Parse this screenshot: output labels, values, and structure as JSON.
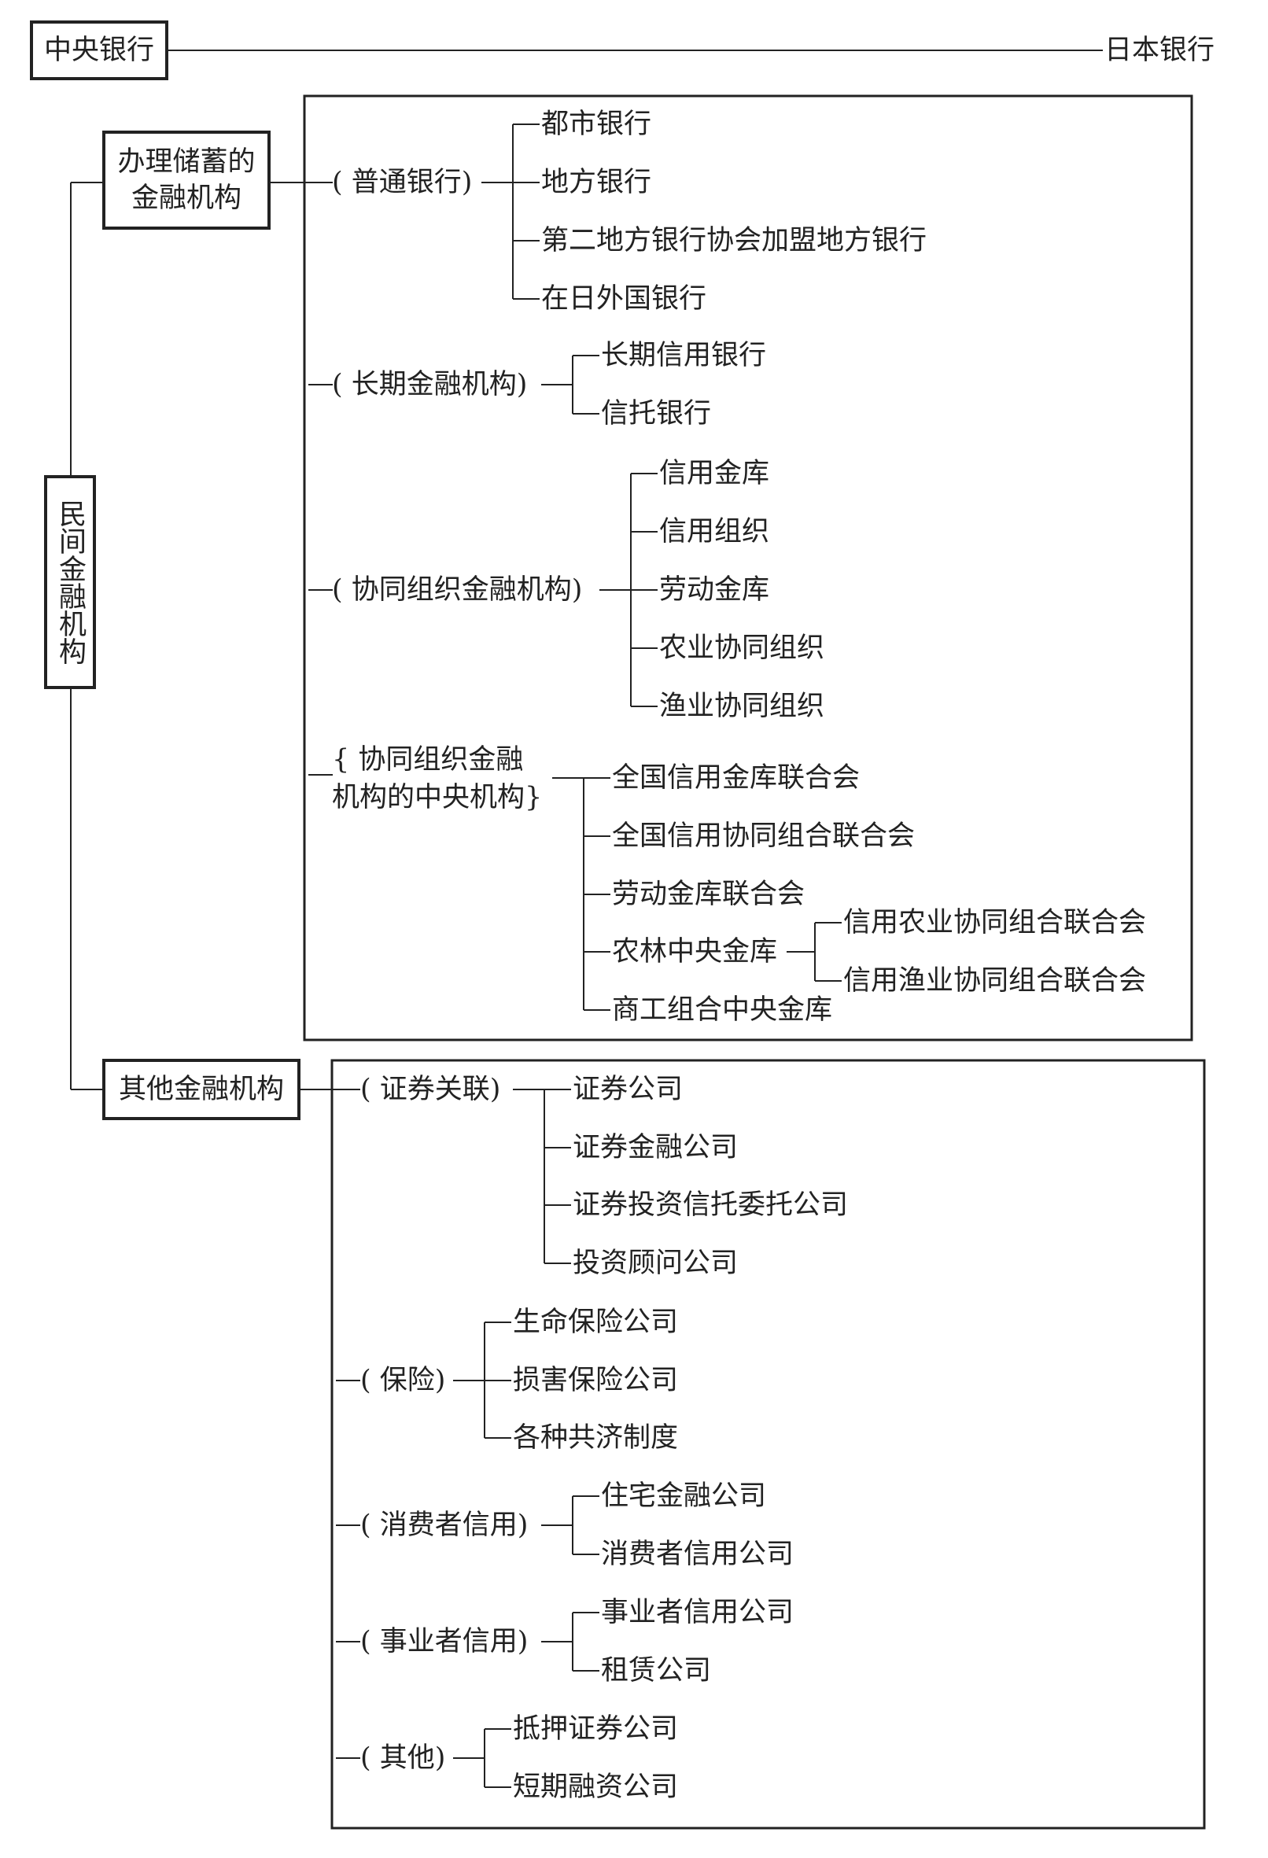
{
  "central_bank": {
    "label": "中央银行",
    "name": "日本银行"
  },
  "private_sector": {
    "label": "民间金融机构",
    "deposit_institutions": {
      "label_line1": "办理储蓄的",
      "label_line2": "金融机构",
      "groups": [
        {
          "label": "( 普通银行)",
          "items": [
            "都市银行",
            "地方银行",
            "第二地方银行协会加盟地方银行",
            "在日外国银行"
          ]
        },
        {
          "label": "( 长期金融机构)",
          "items": [
            "长期信用银行",
            "信托银行"
          ]
        },
        {
          "label": "( 协同组织金融机构)",
          "items": [
            "信用金库",
            "信用组织",
            "劳动金库",
            "农业协同组织",
            "渔业协同组织"
          ]
        },
        {
          "label_line1": "{ 协同组织金融",
          "label_line2": "机构的中央机构}",
          "items": [
            "全国信用金库联合会",
            "全国信用协同组合联合会",
            "劳动金库联合会",
            "农林中央金库",
            "商工组合中央金库"
          ],
          "sub_items": [
            "信用农业协同组合联合会",
            "信用渔业协同组合联合会"
          ]
        }
      ]
    },
    "other_institutions": {
      "label": "其他金融机构",
      "groups": [
        {
          "label": "( 证券关联)",
          "items": [
            "证券公司",
            "证券金融公司",
            "证券投资信托委托公司",
            "投资顾问公司"
          ]
        },
        {
          "label": "( 保险)",
          "items": [
            "生命保险公司",
            "损害保险公司",
            "各种共济制度"
          ]
        },
        {
          "label": "( 消费者信用)",
          "items": [
            "住宅金融公司",
            "消费者信用公司"
          ]
        },
        {
          "label": "( 事业者信用)",
          "items": [
            "事业者信用公司",
            "租赁公司"
          ]
        },
        {
          "label": "( 其他)",
          "items": [
            "抵押证券公司",
            "短期融资公司"
          ]
        }
      ]
    }
  }
}
